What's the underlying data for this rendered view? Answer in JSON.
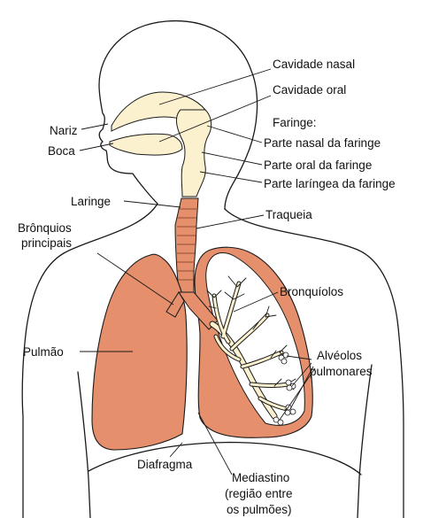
{
  "colors": {
    "lung": "#e58f6c",
    "airway": "#fbf1cf",
    "outline": "#1a1a1a",
    "text": "#111111",
    "background": "#ffffff"
  },
  "labels": {
    "cavidade_nasal": "Cavidade nasal",
    "cavidade_oral": "Cavidade oral",
    "faringe": "Faringe:",
    "parte_nasal": "Parte nasal da faringe",
    "parte_oral": "Parte oral da faringe",
    "parte_laringea": "Parte laríngea da faringe",
    "traqueia": "Traqueia",
    "bronquiolos": "Bronquíolos",
    "alveolos_1": "Alvéolos",
    "alveolos_2": "pulmonares",
    "nariz": "Nariz",
    "boca": "Boca",
    "laringe": "Laringe",
    "bronquios_1": "Brônquios",
    "bronquios_2": "principais",
    "pulmao": "Pulmão",
    "diafragma": "Diafragma",
    "mediastino_1": "Mediastino",
    "mediastino_2": "(região entre",
    "mediastino_3": "os pulmões)"
  }
}
